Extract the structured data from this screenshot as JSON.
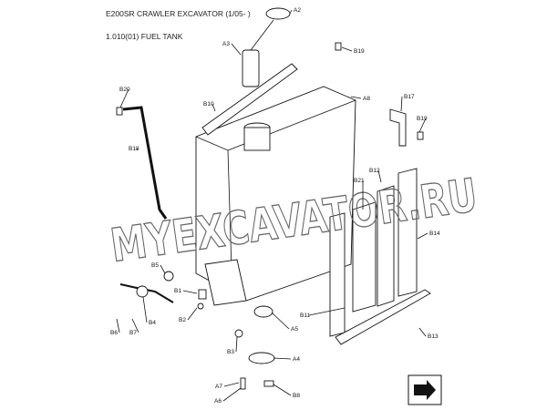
{
  "header": {
    "title": "E200SR CRAWLER EXCAVATOR (1/05- )",
    "subtitle": "1.010(01) FUEL TANK"
  },
  "watermark": "MYEXCAVATOR.RU",
  "callouts": [
    "A2",
    "A3",
    "B19",
    "B20",
    "B10",
    "A8",
    "B17",
    "B19",
    "B18",
    "B12",
    "B21",
    "B14",
    "B5",
    "B1",
    "B2",
    "B11",
    "A5",
    "B3",
    "A4",
    "B4",
    "B6",
    "B7",
    "B13",
    "A7",
    "A6",
    "B8"
  ],
  "nav_icon": "next-page-arrow-icon"
}
